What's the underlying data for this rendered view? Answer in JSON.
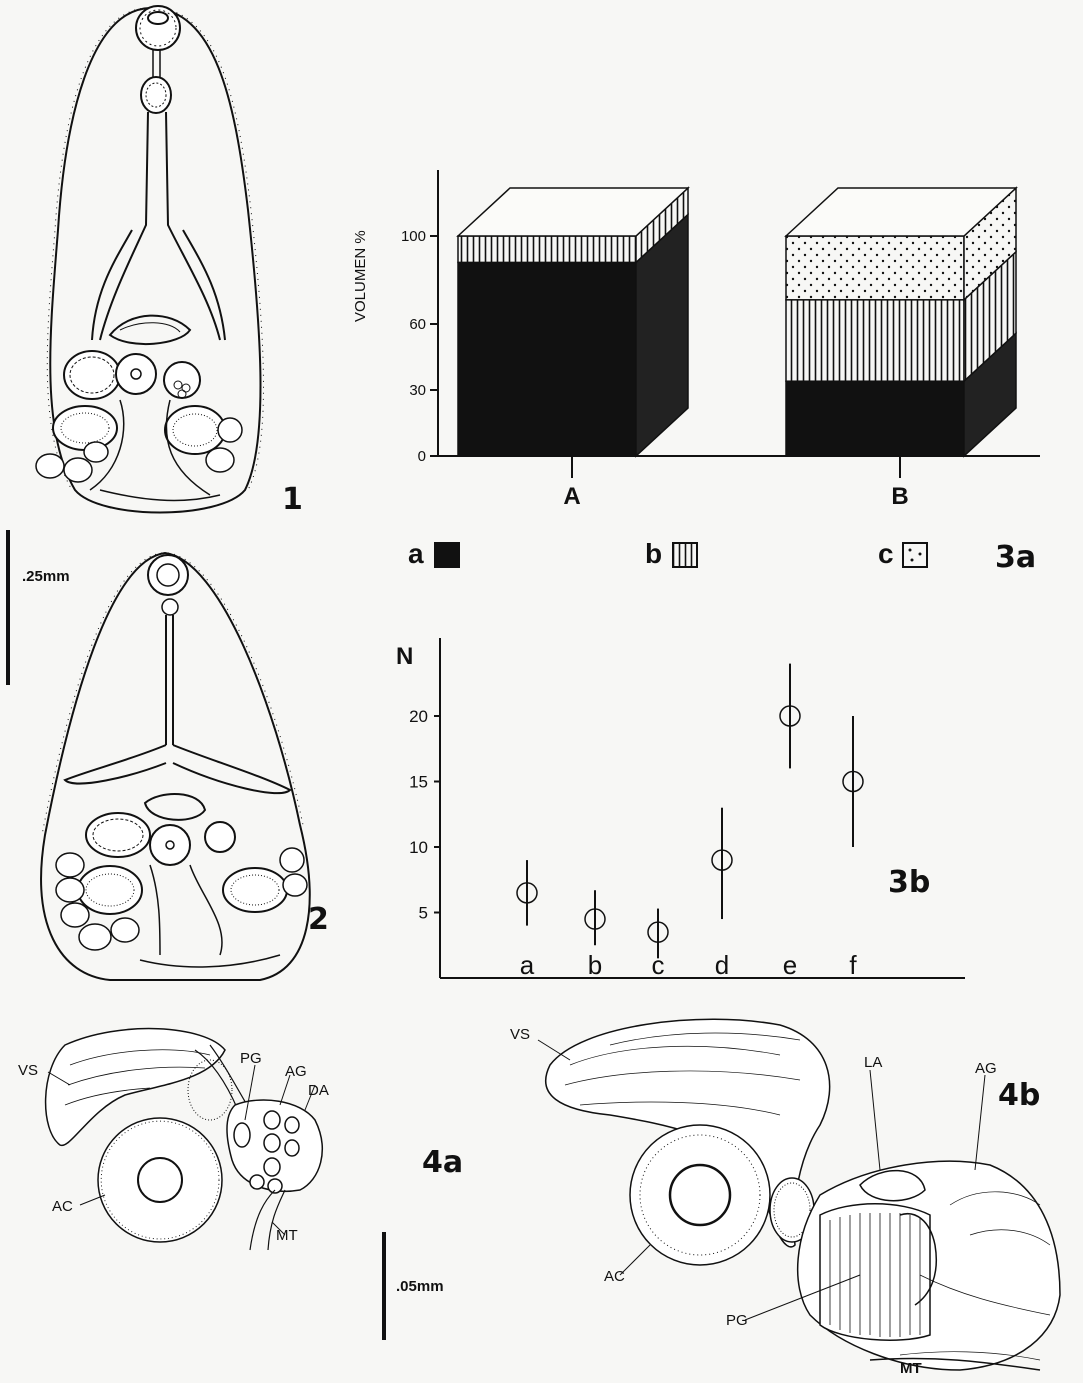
{
  "figure_labels": {
    "fig1": "1",
    "fig2": "2",
    "fig3a": "3a",
    "fig3b": "3b",
    "fig4a": "4a",
    "fig4b": "4b"
  },
  "scale_bars": {
    "large": ".25mm",
    "small": ".05mm"
  },
  "annotations_4a": [
    "VS",
    "PG",
    "AG",
    "DA",
    "AC",
    "MT"
  ],
  "annotations_4b": [
    "VS",
    "LA",
    "AG",
    "AC",
    "PG",
    "MT"
  ],
  "chart_data": [
    {
      "type": "bar",
      "subtype": "stacked-3d",
      "ylabel": "VOLUMEN %",
      "yticks": [
        "0",
        "30",
        "60",
        "100"
      ],
      "categories": [
        "A",
        "B"
      ],
      "series": [
        {
          "name": "a",
          "pattern": "solid",
          "values": [
            88,
            34
          ]
        },
        {
          "name": "b",
          "pattern": "vertical-lines",
          "values": [
            12,
            37
          ]
        },
        {
          "name": "c",
          "pattern": "dots",
          "values": [
            0,
            29
          ]
        }
      ],
      "legend": [
        "a",
        "b",
        "c"
      ],
      "colors": {
        "solid": "#111111",
        "background": "#f7f7f5"
      }
    },
    {
      "type": "scatter",
      "subtype": "mean-with-range",
      "ylabel": "N",
      "yticks": [
        "5",
        "10",
        "15",
        "20"
      ],
      "categories": [
        "a",
        "b",
        "c",
        "d",
        "e",
        "f"
      ],
      "means": [
        6.5,
        4.5,
        3.5,
        9,
        20,
        15
      ],
      "low": [
        4,
        2.5,
        1.5,
        4.5,
        16,
        10
      ],
      "high": [
        9,
        6.7,
        5.3,
        13,
        24,
        20
      ]
    }
  ]
}
